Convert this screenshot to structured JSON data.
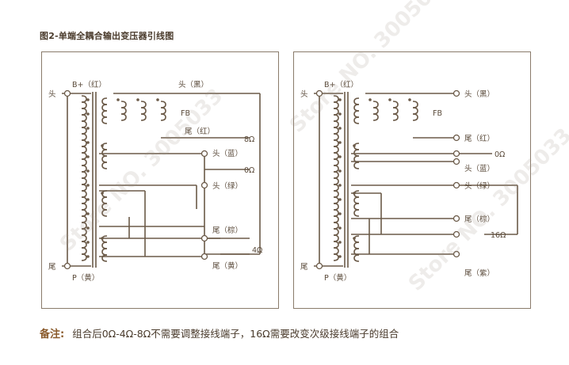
{
  "title": "图2-单端全耦合输出变压器引线图",
  "footnote": {
    "label": "备注:",
    "text": "组合后0Ω-4Ω-8Ω不需要调整接线端子，16Ω需要改变次级接线端子的组合"
  },
  "watermark": "Store NO. 3005033",
  "colors": {
    "line": "#6b5a48",
    "text": "#5a4a3a",
    "accent": "#8a5a2b"
  },
  "left_diagram": {
    "labels": {
      "bplus": "B+（红）",
      "head_left": "头",
      "tail_left": "尾",
      "p_yellow": "P（黄）",
      "head_black": "头（黑）",
      "fb": "FB",
      "tail_red": "尾（红）",
      "ohm8": "8Ω",
      "head_blue": "头（蓝）",
      "ohm0": "0Ω",
      "head_green": "头（绿）",
      "tail_brown": "尾（棕）",
      "ohm4": "4Ω",
      "tail_yellow": "尾（黄）"
    }
  },
  "right_diagram": {
    "labels": {
      "bplus": "B+（红）",
      "head_left": "头",
      "tail_left": "尾",
      "p_yellow": "P（黄）",
      "head_black": "头（黑）",
      "fb": "FB",
      "tail_red": "尾（红）",
      "ohm0": "0Ω",
      "head_blue": "头（蓝）",
      "head_green": "头（绿）",
      "tail_brown": "尾（棕）",
      "ohm16": "16Ω",
      "tail_purple": "尾（紫）"
    }
  }
}
